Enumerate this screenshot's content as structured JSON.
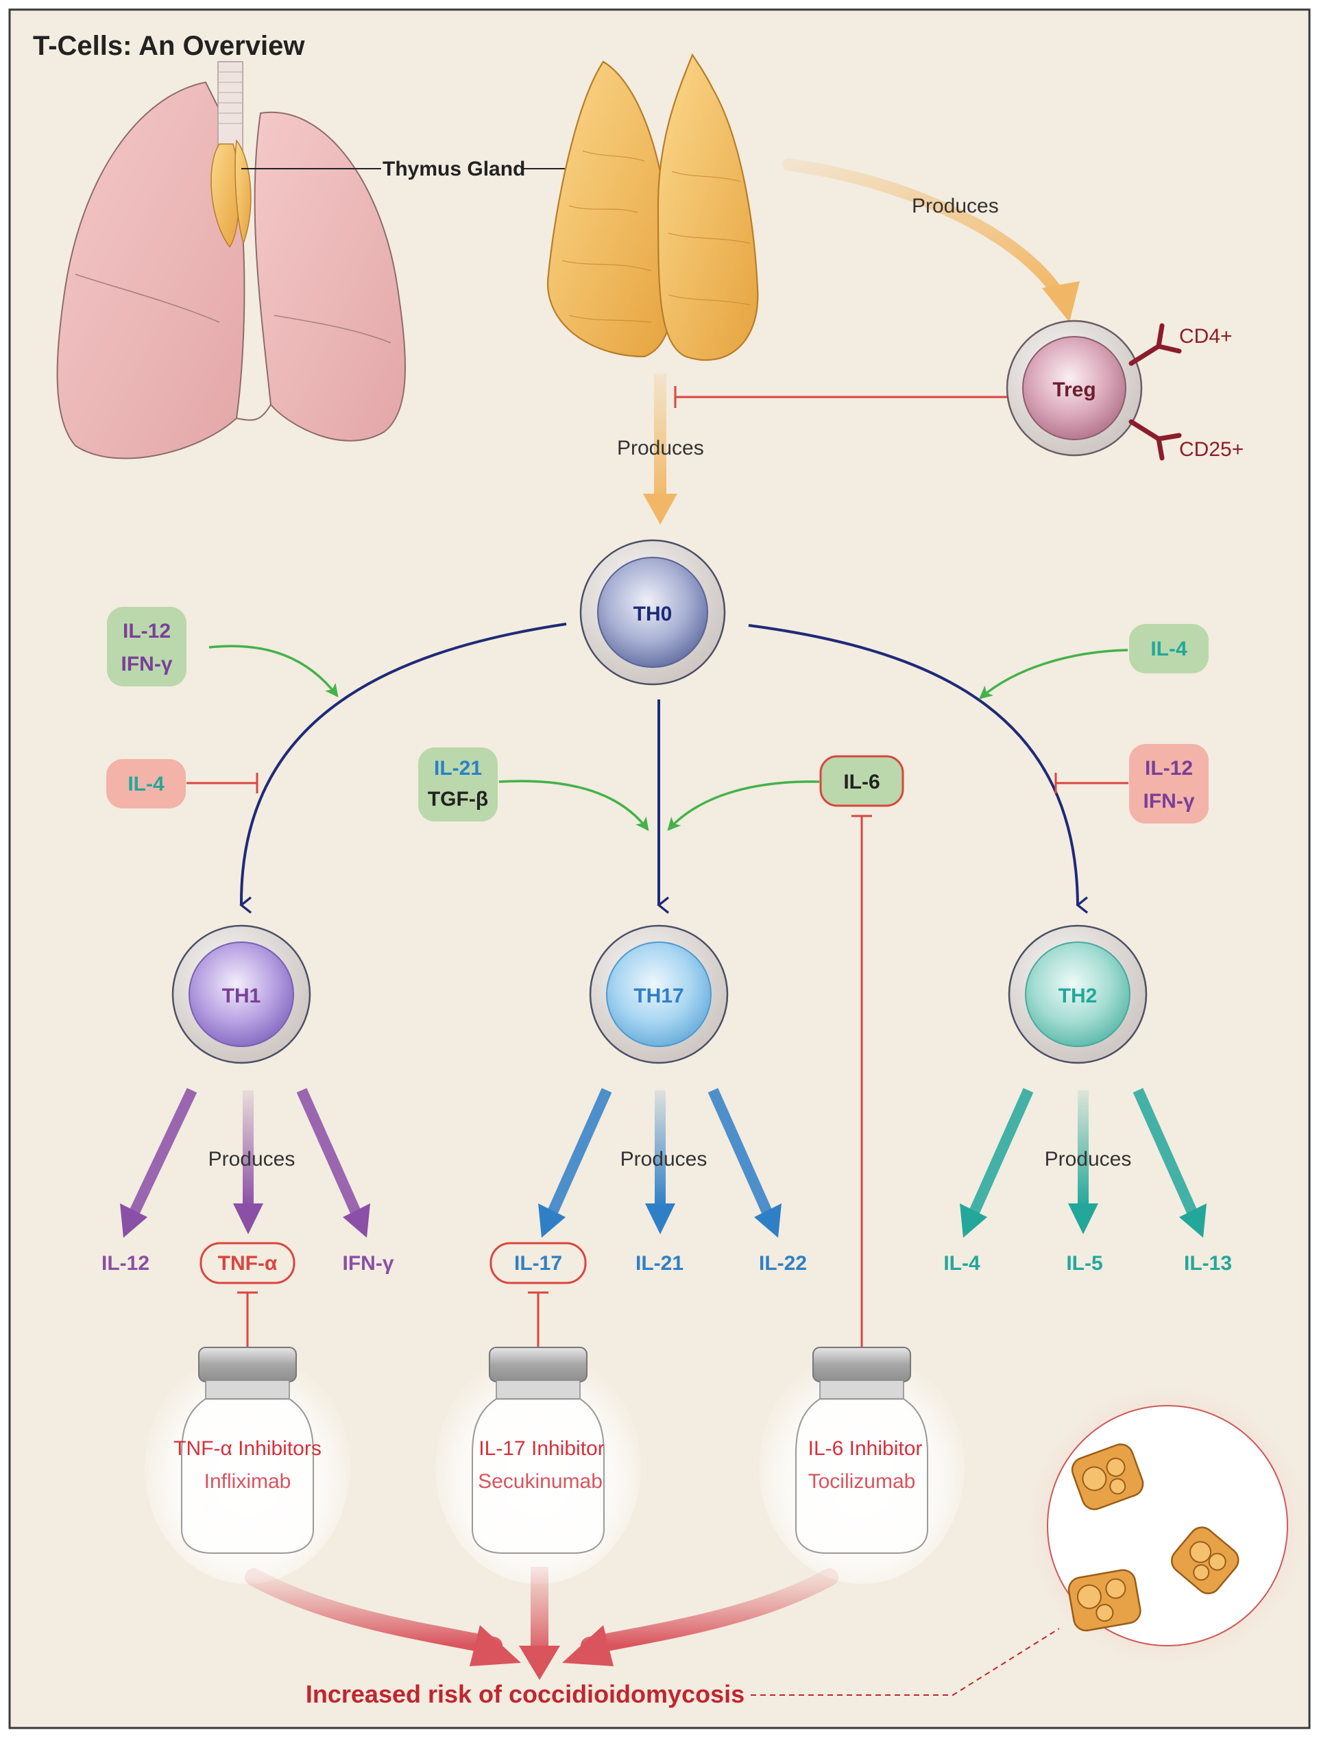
{
  "title": "T-Cells: An Overview",
  "thymus_label": "Thymus Gland",
  "produces_label": "Produces",
  "cells": {
    "th0": "TH0",
    "treg": "Treg",
    "th1": "TH1",
    "th17": "TH17",
    "th2": "TH2"
  },
  "treg_markers": [
    "CD4+",
    "CD25+"
  ],
  "signals": {
    "th1_promote": [
      "IL-12",
      "IFN-γ"
    ],
    "th1_inhibit": "IL-4",
    "th17_promote": [
      "IL-21",
      "TGF-β"
    ],
    "th17_il6": "IL-6",
    "th2_promote": "IL-4",
    "th2_inhibit": [
      "IL-12",
      "IFN-γ"
    ]
  },
  "outputs": {
    "th1": [
      "IL-12",
      "TNF-α",
      "IFN-γ"
    ],
    "th17": [
      "IL-17",
      "IL-21",
      "IL-22"
    ],
    "th2": [
      "IL-4",
      "IL-5",
      "IL-13"
    ]
  },
  "drugs": [
    {
      "class": "TNF-α Inhibitors",
      "name": "Infliximab"
    },
    {
      "class": "IL-17 Inhibitor",
      "name": "Secukinumab"
    },
    {
      "class": "IL-6 Inhibitor",
      "name": "Tocilizumab"
    }
  ],
  "risk_label": "Increased risk of coccidioidomycosis",
  "colors": {
    "background": "#f3ece0",
    "produces_arrow": "#f2b766",
    "inhibit": "#d9463f",
    "navy": "#1f2a78",
    "green": "#44b24a",
    "th1": "#8a4fa6",
    "th17": "#2f7fc6",
    "th2": "#23a79b",
    "risk": "#c0262f",
    "drug_text": "#d6303a"
  }
}
